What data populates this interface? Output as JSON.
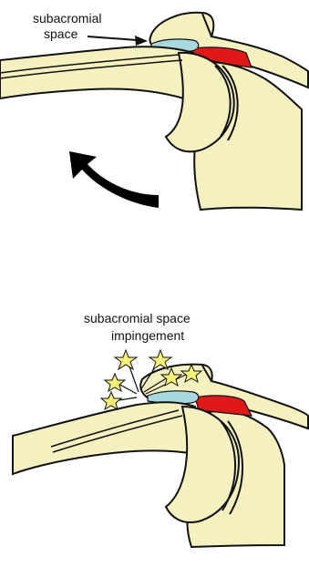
{
  "top_panel": {
    "label_line1": "subacromial",
    "label_line2": "space"
  },
  "bottom_panel": {
    "label_line1": "subacromial space",
    "label_line2": "impingement"
  },
  "colors": {
    "bone": "#f5f0c0",
    "outline": "#111111",
    "muscle": "#e01818",
    "bursa": "#a8d8e0",
    "star": "#f5f07a",
    "arrow": "#000000"
  },
  "icons": [
    "rotation-arrow-icon",
    "impingement-star-icon"
  ]
}
